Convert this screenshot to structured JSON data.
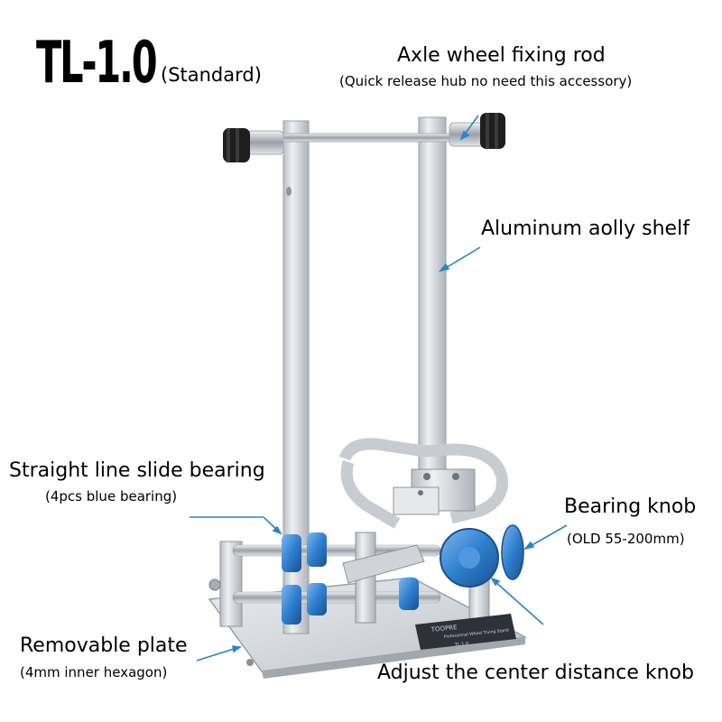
{
  "title": {
    "model": "TL-1.0",
    "variant": "(Standard)"
  },
  "callouts": {
    "axle_rod": {
      "label": "Axle wheel fixing rod",
      "note": "(Quick release hub no need this accessory)"
    },
    "alloy_shelf": {
      "label": "Aluminum aolly shelf"
    },
    "slide_bearing": {
      "label": "Straight line slide bearing",
      "note": "(4pcs blue bearing)"
    },
    "bearing_knob": {
      "label": "Bearing knob",
      "note": "(OLD 55-200mm)"
    },
    "plate": {
      "label": "Removable plate",
      "note": "(4mm inner hexagon)"
    },
    "center_knob": {
      "label": "Adjust the center distance knob"
    }
  },
  "product_marks": {
    "brand": "TOOPRE",
    "subtitle": "Professional Wheel Truing Stand",
    "model_plate": "TL-1.0"
  },
  "colors": {
    "aluminum": "#d7dade",
    "bearing_blue": "#2f7fd0",
    "knob_black": "#1e1e1e",
    "callout_line": "#2b86c8"
  }
}
